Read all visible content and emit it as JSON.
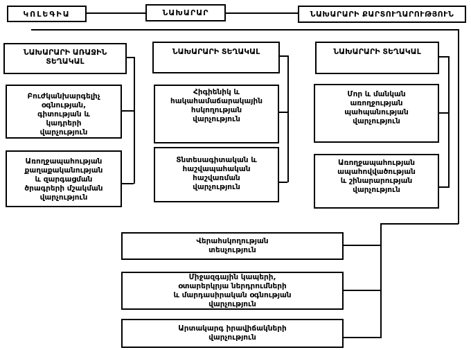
{
  "org_chart": {
    "top_row": {
      "collegium": "ԿՈԼԵԳԻԱ",
      "minister": "ՆԱԽԱՐԱՐ",
      "secretariat": "ՆԱԽԱՐԱՐԻ ՔԱՐՏՈՒՂԱՐՈՒԹՅՈՒՆ"
    },
    "deputies": [
      {
        "title": "ՆԱԽԱՐԱՐԻ ԱՌԱՋԻՆ\nՏԵՂԱԿԱԼ",
        "departments": [
          "Բուժկանխարգելիչ\nօգնության,\nգիտության և\nկադրերի\nվարչություն",
          "Առողջապահության\nքաղաքականության\nև զարգացման\nծրագրերի մշակման\nվարչություն"
        ]
      },
      {
        "title": "ՆԱԽԱՐԱՐԻ ՏԵՂԱԿԱԼ",
        "departments": [
          "Հիգիենիկ և\nհակահամաճարակային\nհսկողության\nվարչություն",
          "Տնտեսագիտական և\nհաշվապահական\nհաշվառման\nվարչություն"
        ]
      },
      {
        "title": "ՆԱԽԱՐԱՐԻ ՏԵՂԱԿԱԼ",
        "departments": [
          "Մոր և մանկան\nառողջության\nպահպանության\nվարչություն",
          "Առողջապահության\nապահովվածության\nև շինարարության\nվարչություն"
        ]
      }
    ],
    "bottom_units": [
      "Վերահսկողության\nտեսչություն",
      "Միջազգային կապերի,\nօտարերկրյա ներդրումների\nև մարդասիրական օգնության\nվարչություն",
      "Արտակարգ իրավիճակների\nվարչություն"
    ],
    "colors": {
      "background": "#ffffff",
      "border": "#000000",
      "text": "#000000"
    }
  }
}
